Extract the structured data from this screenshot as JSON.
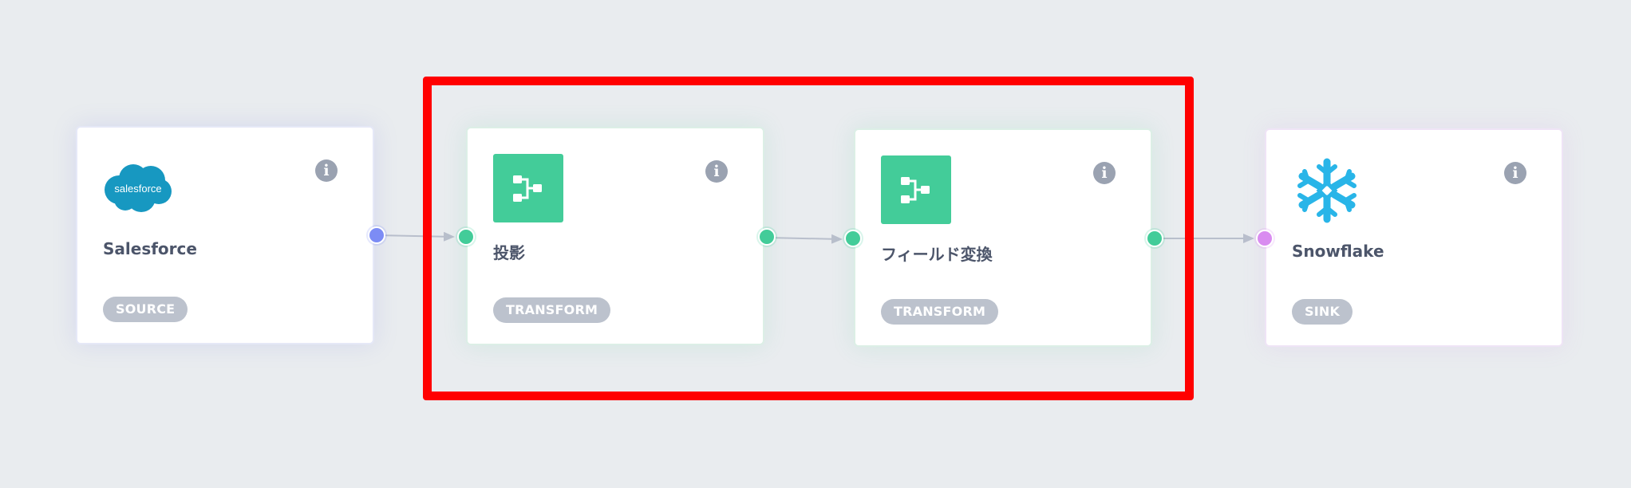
{
  "nodes": [
    {
      "title": "Salesforce",
      "badge": "SOURCE",
      "logo": "salesforce-logo",
      "logo_text": "salesforce"
    },
    {
      "title": "投影",
      "badge": "TRANSFORM",
      "logo": "transform-icon"
    },
    {
      "title": "フィールド変換",
      "badge": "TRANSFORM",
      "logo": "transform-icon"
    },
    {
      "title": "Snowflake",
      "badge": "SINK",
      "logo": "snowflake-logo"
    }
  ],
  "info_glyph": "i",
  "colors": {
    "background": "#e9ecef",
    "source_port": "#7c8cf5",
    "transform_port": "#43cc99",
    "sink_port": "#d98cf0",
    "transform_icon_bg": "#43cc99",
    "salesforce_blue": "#1798c1",
    "snowflake_blue": "#29b5e8",
    "badge_bg": "#bcc2cd",
    "highlight": "#ff0000",
    "connector": "#b9bfcc"
  }
}
